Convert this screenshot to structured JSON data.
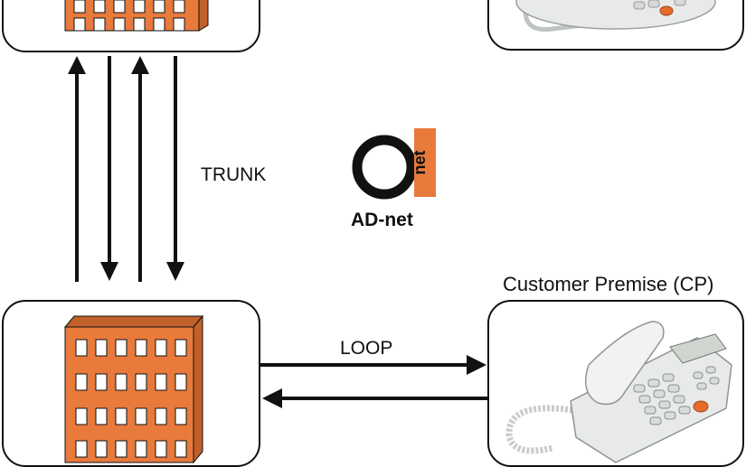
{
  "labels": {
    "trunk": "TRUNK",
    "loop": "LOOP",
    "customer_premise": "Customer Premise (CP)"
  },
  "logo": {
    "text": "AD-net",
    "emblem_text": "net"
  },
  "colors": {
    "building": "#e87a3c",
    "building_dark": "#c2602a",
    "window": "#ffffff",
    "stroke": "#111111",
    "phone_body": "#e8eae9",
    "phone_accent": "#e76b2a"
  },
  "icons": [
    "building-icon",
    "telephone-icon",
    "arrow-up-icon",
    "arrow-down-icon",
    "arrow-right-icon",
    "arrow-left-icon"
  ]
}
